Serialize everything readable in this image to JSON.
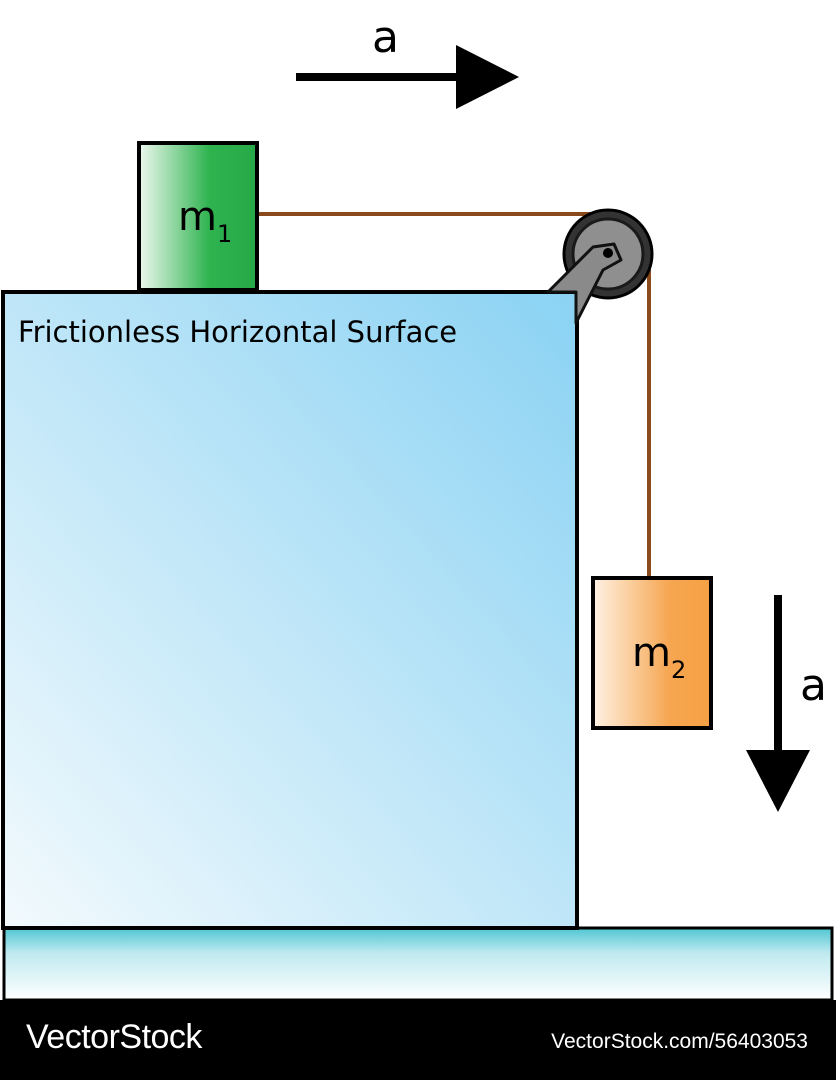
{
  "diagram": {
    "surface_label": "Frictionless Horizontal Surface",
    "mass1": {
      "base": "m",
      "subscript": "1"
    },
    "mass2": {
      "base": "m",
      "subscript": "2"
    },
    "accel_horizontal_label": "a",
    "accel_vertical_label": "a",
    "colors": {
      "table_light": "#e6f4fb",
      "table_dark": "#8fd3f4",
      "mass1_light": "#e8f5e9",
      "mass1_dark": "#2bb24c",
      "mass2_light": "#fde9d2",
      "mass2_dark": "#f5a34a",
      "rope": "#8b4a1c",
      "pulley": "#8f8f8f",
      "floor_dark": "#5ccbd6"
    },
    "icons": [
      "pulley-icon",
      "arrow-right-icon",
      "arrow-down-icon"
    ]
  },
  "watermark": {
    "brand": "VectorStock",
    "url": "VectorStock.com/56403053"
  }
}
